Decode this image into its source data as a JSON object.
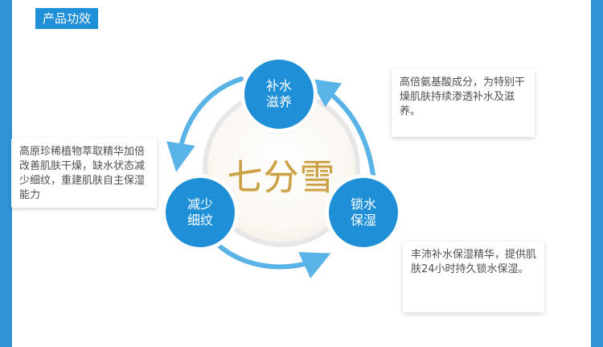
{
  "header": {
    "tag": "产品功效"
  },
  "center": {
    "brand": "七分雪"
  },
  "bubbles": {
    "top": "补水\n滋养",
    "left": "减少\n细纹",
    "right": "锁水\n保湿"
  },
  "cards": {
    "top_right": "高倍氨基酸成分，为特别干燥肌肤持续渗透补水及滋养。",
    "left": "高原珍稀植物萃取精华加倍改善肌肤干燥，缺水状态减少细纹，重建肌肤自主保湿能力",
    "bottom_right": "丰沛补水保湿精华，提供肌肤24小时持久锁水保湿。"
  },
  "colors": {
    "primary": "#1f8fd7",
    "side_bar": "#2f93d6",
    "brand_gold": "#caa046",
    "text": "#4f4f4f",
    "arrow": "#5ab3e6"
  },
  "icons": {
    "arrows": "circular-cycle-arrows"
  }
}
